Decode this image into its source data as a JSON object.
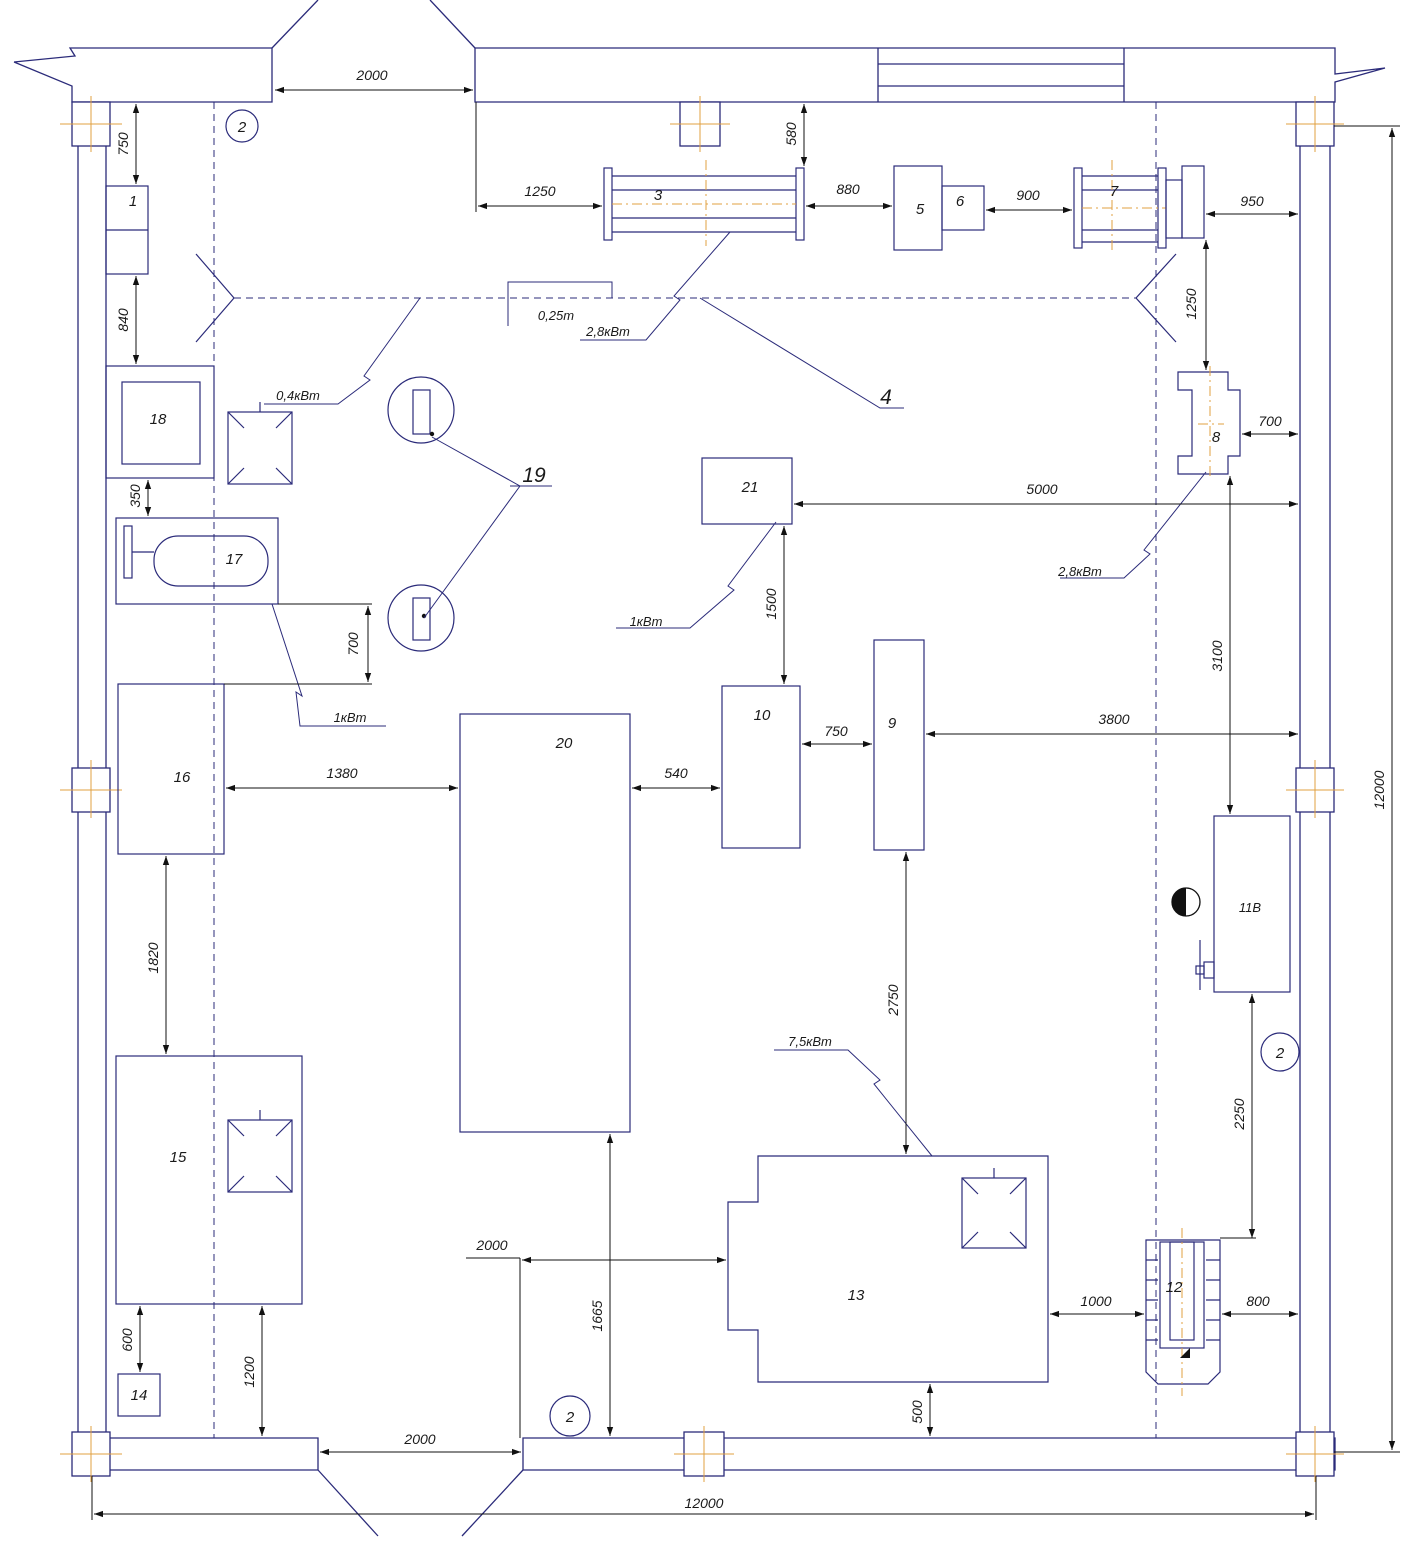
{
  "equipment": {
    "e1": "1",
    "e3": "3",
    "e4": "4",
    "e5": "5",
    "e6": "6",
    "e7": "7",
    "e8": "8",
    "e9": "9",
    "e10": "10",
    "e11": "11В",
    "e12": "12",
    "e13": "13",
    "e14": "14",
    "e15": "15",
    "e16": "16",
    "e17": "17",
    "e18": "18",
    "e19": "19",
    "e20": "20",
    "e21": "21"
  },
  "axes": {
    "a1": "2",
    "a2": "2",
    "a3": "2"
  },
  "dimensions": {
    "top_door": "2000",
    "d750": "750",
    "d840": "840",
    "d350": "350",
    "d700_left": "700",
    "d580": "580",
    "d1250_top": "1250",
    "d880": "880",
    "d900": "900",
    "d950": "950",
    "d1250_right": "1250",
    "d700_right": "700",
    "d5000": "5000",
    "d1500": "1500",
    "d3100": "3100",
    "d3800": "3800",
    "d750_mid": "750",
    "d540": "540",
    "d1380": "1380",
    "d1820": "1820",
    "d2750": "2750",
    "d2250": "2250",
    "d2000_mid": "2000",
    "d1665": "1665",
    "d1000": "1000",
    "d800": "800",
    "d600": "600",
    "d1200": "1200",
    "d500": "500",
    "bottom_door": "2000",
    "total_width": "12000",
    "total_height": "12000"
  },
  "power": {
    "p04": "0,4кВт",
    "p025": "0,25т",
    "p28a": "2,8кВт",
    "p28b": "2,8кВт",
    "p1a": "1кВт",
    "p1b": "1кВт",
    "p75": "7,5кВт"
  }
}
